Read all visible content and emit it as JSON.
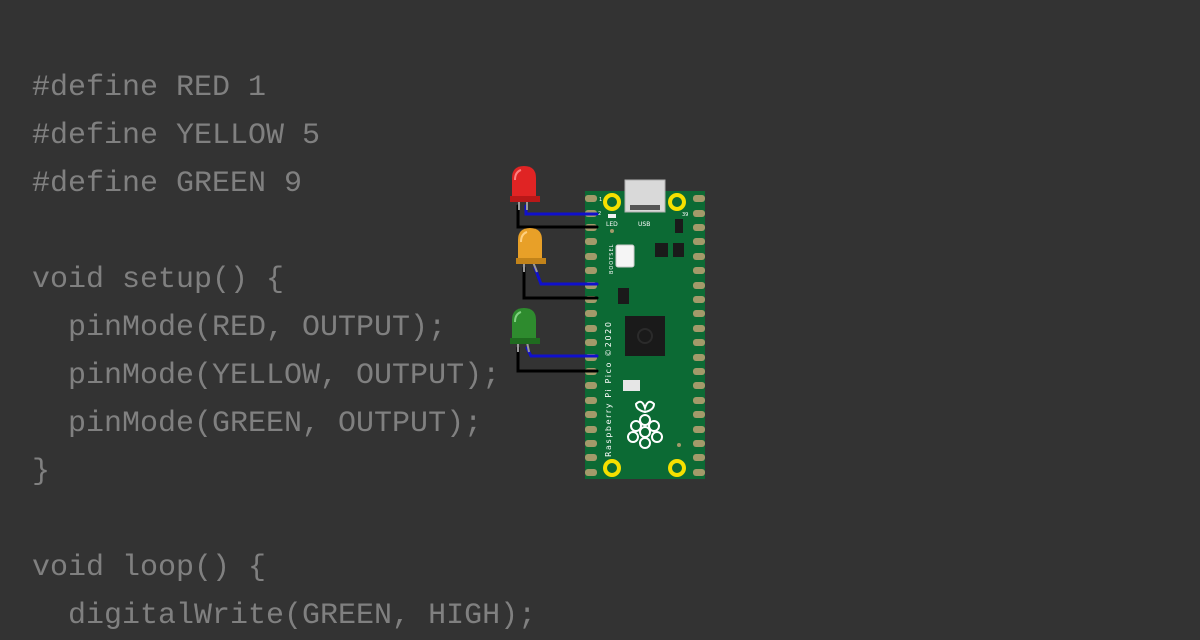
{
  "code": {
    "lines": [
      "#define RED 1",
      "#define YELLOW 5",
      "#define GREEN 9",
      "",
      "void setup() {",
      "  pinMode(RED, OUTPUT);",
      "  pinMode(YELLOW, OUTPUT);",
      "  pinMode(GREEN, OUTPUT);",
      "}",
      "",
      "void loop() {",
      "  digitalWrite(GREEN, HIGH);"
    ]
  },
  "board": {
    "name": "Raspberry Pi Pico ©2020",
    "pin_label_left": "1",
    "pin_label_2": "2",
    "pin_label_right": "39",
    "led_label": "LED",
    "usb_label": "USB",
    "bootsel_label": "BOOTSEL",
    "pcb_color": "#0c6a34"
  },
  "leds": [
    {
      "name": "red",
      "color": "#e02424"
    },
    {
      "name": "yellow",
      "color": "#e8a028"
    },
    {
      "name": "green",
      "color": "#2e8b2e"
    }
  ],
  "colors": {
    "background": "#333333",
    "code_text": "#808080",
    "wire_signal": "#1010cc",
    "wire_ground": "#000000",
    "mount_hole": "#f5e000"
  }
}
